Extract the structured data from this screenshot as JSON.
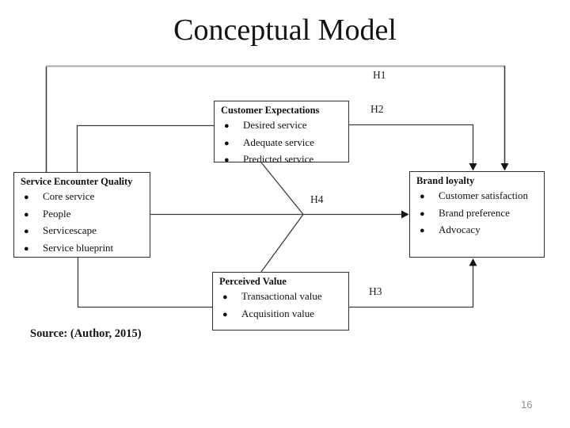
{
  "slide": {
    "title": "Conceptual Model",
    "source_note": "Source: (Author, 2015)",
    "page_number": "16"
  },
  "diagram": {
    "bullet_char": "●",
    "boxes": {
      "service_encounter_quality": {
        "title": "Service Encounter Quality",
        "items": [
          "Core service",
          "People",
          "Servicescape",
          "Service blueprint"
        ]
      },
      "customer_expectations": {
        "title": "Customer Expectations",
        "items": [
          "Desired service",
          "Adequate service",
          "Predicted service"
        ]
      },
      "brand_loyalty": {
        "title": "Brand loyalty",
        "items": [
          "Customer satisfaction",
          "Brand preference",
          "Advocacy"
        ]
      },
      "perceived_value": {
        "title": "Perceived Value",
        "items": [
          "Transactional value",
          "Acquisition value"
        ]
      }
    },
    "hypothesis_labels": {
      "h1": "H1",
      "h2": "H2",
      "h3": "H3",
      "h4": "H4"
    },
    "colors": {
      "line": "#3e3e3e",
      "top_line": "#a9a9a9",
      "arrowhead": "#161616",
      "box_border": "#2f2f2f",
      "text": "#111111",
      "page_number": "#8e8e8e",
      "background": "#ffffff"
    }
  }
}
